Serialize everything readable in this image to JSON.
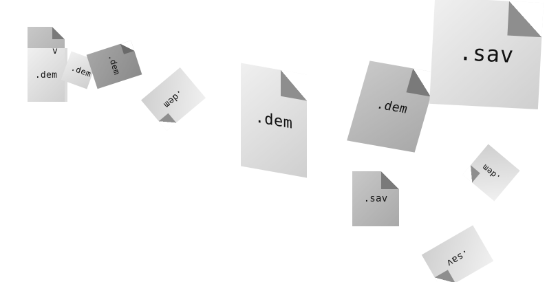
{
  "files": [
    {
      "label": ".dem"
    },
    {
      "label": ".dem"
    },
    {
      "label": ".dem"
    },
    {
      "label": ".dem"
    },
    {
      "label": ".dem"
    },
    {
      "label": ".dem"
    },
    {
      "label": ".dem"
    },
    {
      "label": ".sav"
    },
    {
      "label": ".sav"
    },
    {
      "label": ".sav"
    },
    {
      "label": "v"
    }
  ]
}
